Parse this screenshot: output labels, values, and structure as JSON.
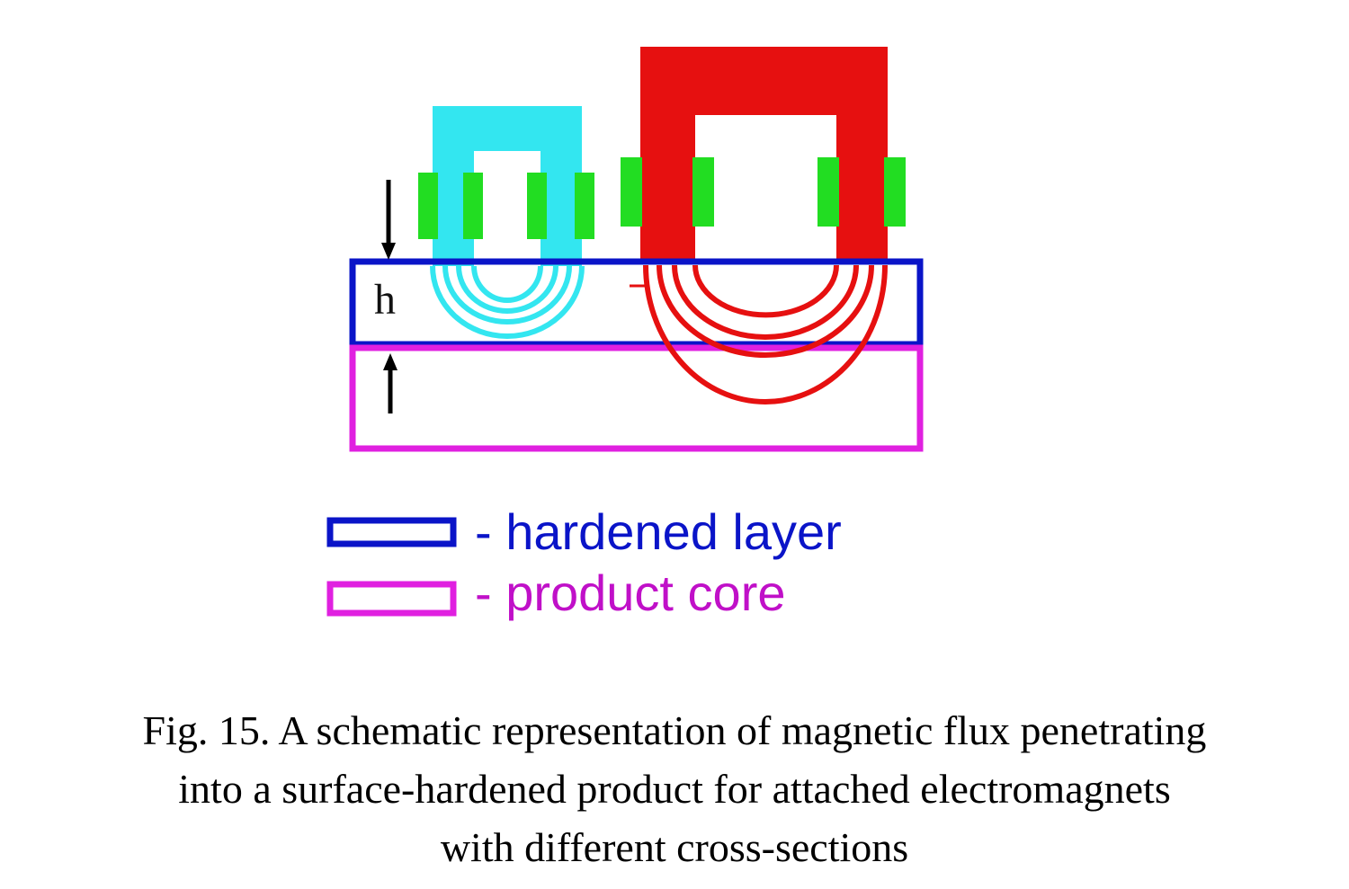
{
  "colors": {
    "hardened_layer": "#0a14c8",
    "product_core": "#e020e0",
    "small_magnet": "#33e6f0",
    "large_magnet": "#e61010",
    "coil": "#22dd22",
    "arrow": "#000000",
    "hardened_label_text": "#0a14c8",
    "core_label_text": "#c010c8"
  },
  "icons": {
    "depth_arrow": "double-arrow-icon"
  },
  "diagram": {
    "depth_label": "h"
  },
  "legend": {
    "hardened_layer_label": "- hardened layer",
    "product_core_label": "- product core"
  },
  "caption": {
    "line1": "Fig. 15. A schematic representation of magnetic flux penetrating",
    "line2": "into a surface-hardened product for attached electromagnets",
    "line3": "with different cross-sections"
  }
}
